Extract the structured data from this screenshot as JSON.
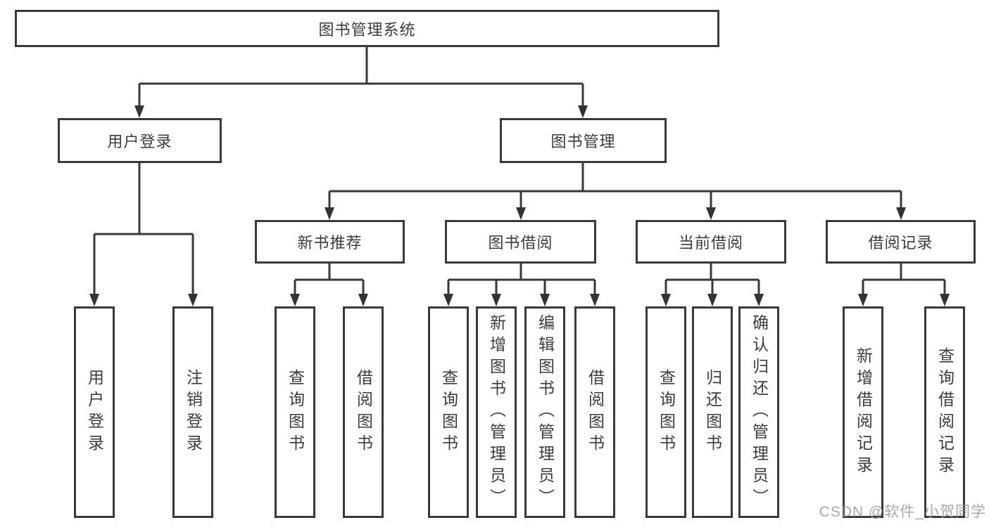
{
  "diagram": {
    "tree": {
      "label": "图书管理系统",
      "children": [
        {
          "label": "用户登录",
          "children": [
            {
              "label": "用户登录"
            },
            {
              "label": "注销登录"
            }
          ]
        },
        {
          "label": "图书管理",
          "children": [
            {
              "label": "新书推荐",
              "children": [
                {
                  "label": "查询图书"
                },
                {
                  "label": "借阅图书"
                }
              ]
            },
            {
              "label": "图书借阅",
              "children": [
                {
                  "label": "查询图书"
                },
                {
                  "label": "新增图书（管理员）"
                },
                {
                  "label": "编辑图书（管理员）"
                },
                {
                  "label": "借阅图书"
                }
              ]
            },
            {
              "label": "当前借阅",
              "children": [
                {
                  "label": "查询图书"
                },
                {
                  "label": "归还图书"
                },
                {
                  "label": "确认归还（管理员）"
                }
              ]
            },
            {
              "label": "借阅记录",
              "children": [
                {
                  "label": "新增借阅记录"
                },
                {
                  "label": "查询借阅记录"
                }
              ]
            }
          ]
        }
      ]
    },
    "watermark": "CSDN @软件_小贺同学",
    "colors": {
      "line": "#3a3a3a",
      "border": "#3a3a3a",
      "text": "#3c3c3c",
      "watermark": "#98989c",
      "background": "#ffffff"
    }
  }
}
